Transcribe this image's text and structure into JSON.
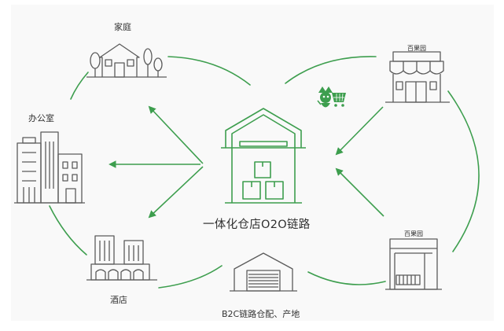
{
  "title": "一体化仓店O2O链路",
  "nodes": {
    "home": "家庭",
    "office": "办公室",
    "hotel": "酒店",
    "b2c": "B2C链路仓配、产地"
  },
  "stores": {
    "brand_sign": "百果园"
  },
  "colors": {
    "green": "#3d9e4e",
    "line": "#5b5b5b",
    "background": "#f9f9f9"
  }
}
